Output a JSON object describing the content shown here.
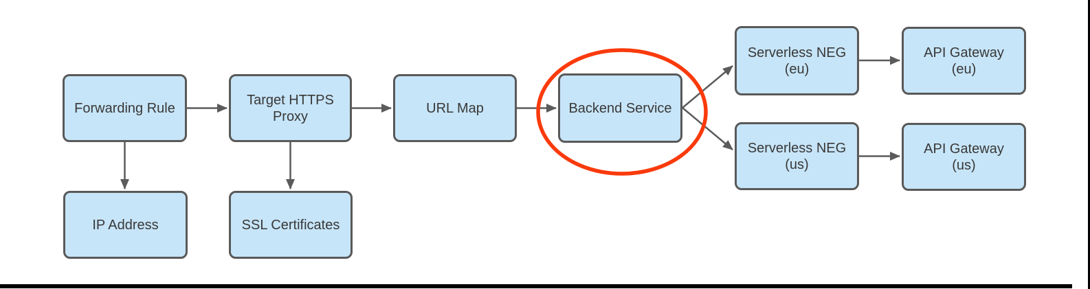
{
  "diagram": {
    "type": "flowchart",
    "nodes": [
      {
        "id": "forwarding-rule",
        "line1": "Forwarding Rule"
      },
      {
        "id": "target-https-proxy",
        "line1": "Target HTTPS",
        "line2": "Proxy"
      },
      {
        "id": "url-map",
        "line1": "URL Map"
      },
      {
        "id": "backend-service",
        "line1": "Backend Service",
        "highlighted": true
      },
      {
        "id": "ip-address",
        "line1": "IP Address"
      },
      {
        "id": "ssl-certificates",
        "line1": "SSL Certificates"
      },
      {
        "id": "serverless-neg-eu",
        "line1": "Serverless NEG",
        "line2": "(eu)"
      },
      {
        "id": "api-gateway-eu",
        "line1": "API Gateway",
        "line2": "(eu)"
      },
      {
        "id": "serverless-neg-us",
        "line1": "Serverless NEG",
        "line2": "(us)"
      },
      {
        "id": "api-gateway-us",
        "line1": "API Gateway",
        "line2": "(us)"
      }
    ],
    "edges": [
      {
        "from": "forwarding-rule",
        "to": "target-https-proxy"
      },
      {
        "from": "forwarding-rule",
        "to": "ip-address"
      },
      {
        "from": "target-https-proxy",
        "to": "url-map"
      },
      {
        "from": "target-https-proxy",
        "to": "ssl-certificates"
      },
      {
        "from": "url-map",
        "to": "backend-service"
      },
      {
        "from": "backend-service",
        "to": "serverless-neg-eu"
      },
      {
        "from": "backend-service",
        "to": "serverless-neg-us"
      },
      {
        "from": "serverless-neg-eu",
        "to": "api-gateway-eu"
      },
      {
        "from": "serverless-neg-us",
        "to": "api-gateway-us"
      }
    ],
    "highlight": {
      "shape": "ellipse",
      "node": "backend-service",
      "color": "#FA3A0C"
    },
    "colors": {
      "node_fill": "#C7E5F8",
      "node_stroke": "#595959",
      "arrow_color": "#5B5B5B",
      "text_color": "#383838",
      "highlight_color": "#FA3A0C",
      "frame_color": "#000000",
      "background": "#FFFFFF"
    }
  }
}
